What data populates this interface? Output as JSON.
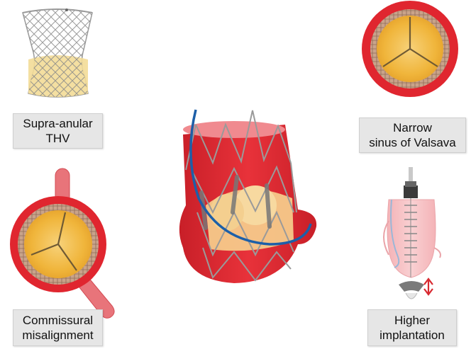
{
  "labels": {
    "supra_anular": {
      "line1": "Supra-anular",
      "line2": "THV"
    },
    "narrow_sinus": {
      "line1": "Narrow",
      "line2": "sinus of Valsava"
    },
    "commissural": {
      "line1": "Commissural",
      "line2": "misalignment"
    },
    "higher": {
      "line1": "Higher",
      "line2": "implantation"
    }
  },
  "colors": {
    "aorta_red": "#e0262f",
    "valve_gold": "#f2b63a",
    "stent_gray": "#9a9a9a",
    "catheter_blue": "#1d5fa8",
    "box_gray": "#e6e6e6"
  }
}
